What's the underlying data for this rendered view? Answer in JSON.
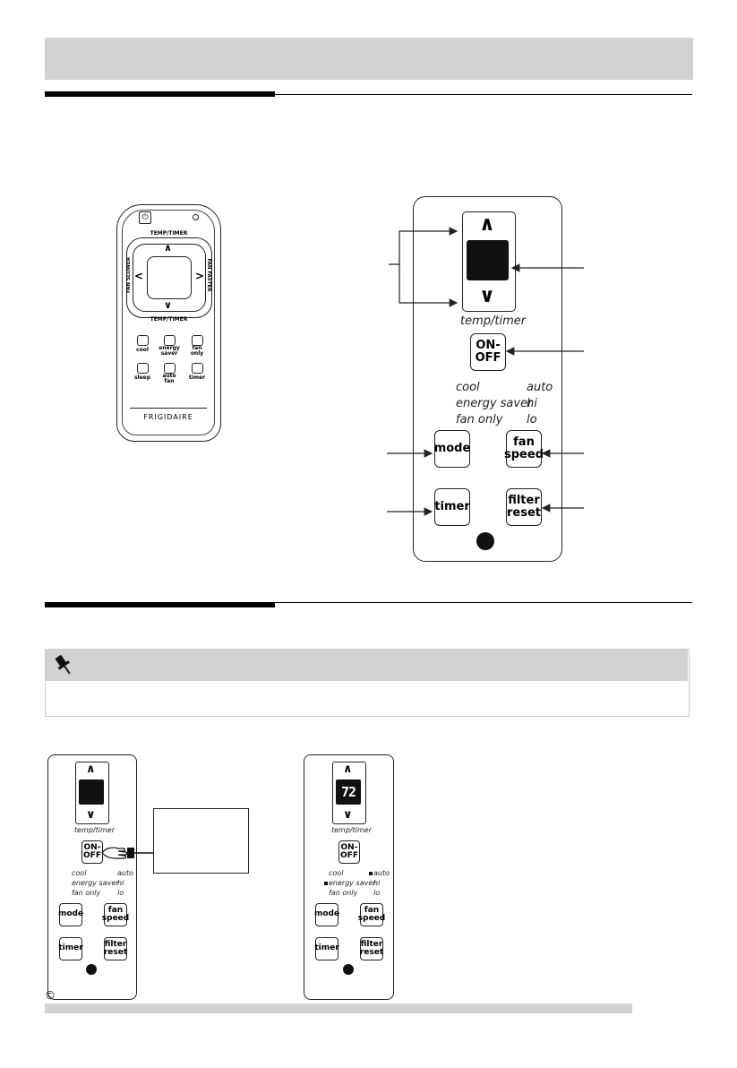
{
  "remote": {
    "power_symbol": "⏻",
    "temp_timer_top": "TEMP/TIMER",
    "temp_timer_bottom": "TEMP/TIMER",
    "fan_slower": "FAN SLOWER",
    "fan_faster": "FAN FASTER",
    "buttons": [
      {
        "label": "cool"
      },
      {
        "label": "energy saver"
      },
      {
        "label": "fan only"
      },
      {
        "label": "sleep"
      },
      {
        "label": "auto fan"
      },
      {
        "label": "timer"
      }
    ],
    "brand": "FRIGIDAIRE"
  },
  "control_panel": {
    "up_symbol": "∧",
    "down_symbol": "∨",
    "temp_timer_label": "temp/timer",
    "on_off_label_1": "ON-",
    "on_off_label_2": "OFF",
    "mode_options": [
      "cool",
      "energy saver",
      "fan only"
    ],
    "fan_options": [
      "auto",
      "hi",
      "lo"
    ],
    "mode_label": "mode",
    "fan_speed_label_1": "fan",
    "fan_speed_label_2": "speed",
    "timer_label": "timer",
    "filter_reset_label_1": "filter",
    "filter_reset_label_2": "reset"
  },
  "small_panels": {
    "left": {
      "temp_timer_label": "temp/timer",
      "on_off_1": "ON-",
      "on_off_2": "OFF",
      "mode_options": [
        "cool",
        "energy saver",
        "fan only"
      ],
      "fan_options": [
        "auto",
        "hi",
        "lo"
      ],
      "mode_label": "mode",
      "fan_1": "fan",
      "fan_2": "speed",
      "timer_label": "timer",
      "filter_1": "filter",
      "filter_2": "reset"
    },
    "right": {
      "display_value": "72",
      "temp_timer_label": "temp/timer",
      "on_off_1": "ON-",
      "on_off_2": "OFF",
      "mode_options": [
        "cool",
        "energy saver",
        "fan only"
      ],
      "fan_options": [
        "auto",
        "hi",
        "lo"
      ],
      "mode_label": "mode",
      "fan_1": "fan",
      "fan_2": "speed",
      "timer_label": "timer",
      "filter_1": "filter",
      "filter_2": "reset"
    }
  },
  "footer": {
    "copyright_symbol": "©"
  },
  "colors": {
    "header_gray": "#d1d2d4",
    "display_black": "#111111"
  }
}
